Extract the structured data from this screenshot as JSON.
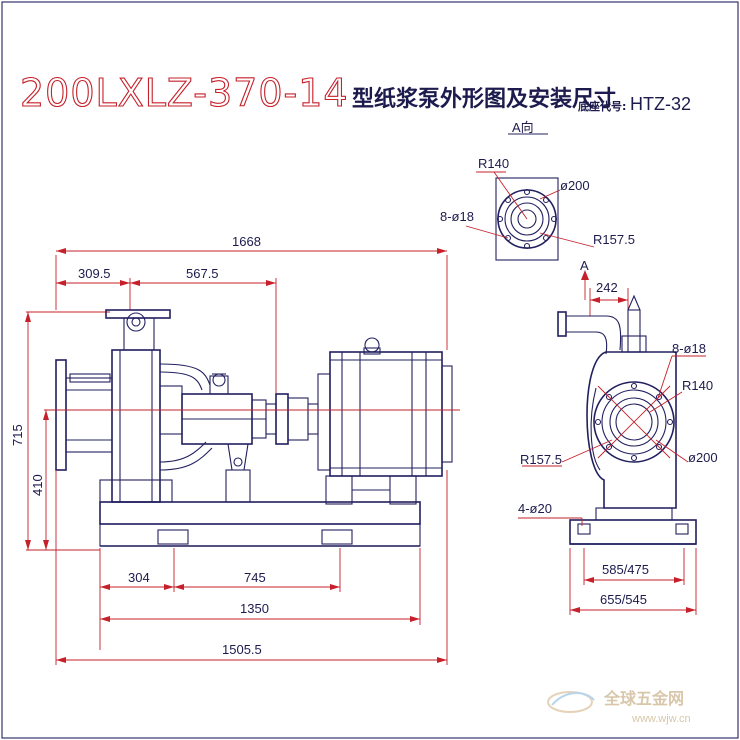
{
  "title": {
    "model": "200LXLZ-370-14",
    "subtitle": "型纸浆泵外形图及安装尺寸",
    "base_code_label": "底座代号:",
    "base_code": "HTZ-32"
  },
  "views": {
    "a_view_label": "A向",
    "a_arrow_label": "A"
  },
  "dimensions": {
    "overall_length": "1668",
    "d1": "309.5",
    "d2": "567.5",
    "height": "715",
    "center_height": "410",
    "base_a": "304",
    "base_b": "745",
    "base_total": "1350",
    "total_length": "1505.5",
    "flange_top_r": "R140",
    "flange_top_dia": "ø200",
    "flange_top_holes": "8-ø18",
    "flange_top_r2": "R157.5",
    "side_top": "242",
    "side_holes": "8-ø18",
    "side_r": "R140",
    "side_r2": "R157.5",
    "side_dia": "ø200",
    "anchor_holes": "4-ø20",
    "side_base1": "585/475",
    "side_base2": "655/545"
  },
  "watermark": {
    "name": "全球五金网",
    "url": "www.wjw.cn"
  }
}
